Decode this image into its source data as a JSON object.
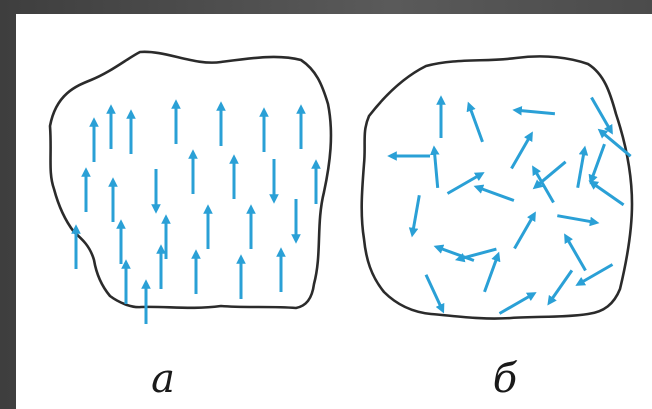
{
  "colors": {
    "arrow": "#2aa0d6",
    "outline": "#2b2b2b",
    "background": "#ffffff",
    "frame": "#4a4a4a"
  },
  "panels": [
    {
      "label": "а",
      "arrangement": "aligned",
      "arrow_angles_deg": [
        270,
        270,
        270,
        270,
        270,
        270,
        270,
        90,
        270,
        270,
        90,
        270,
        270,
        270,
        270,
        270,
        90,
        270,
        270,
        270,
        270,
        270,
        270,
        270,
        270,
        270
      ]
    },
    {
      "label": "б",
      "arrangement": "random",
      "arrow_angles_deg": [
        270,
        250,
        185,
        60,
        180,
        265,
        300,
        110,
        100,
        330,
        200,
        240,
        280,
        215,
        10,
        300,
        200,
        65,
        240,
        290,
        330,
        125,
        150,
        165,
        140,
        220
      ]
    }
  ]
}
